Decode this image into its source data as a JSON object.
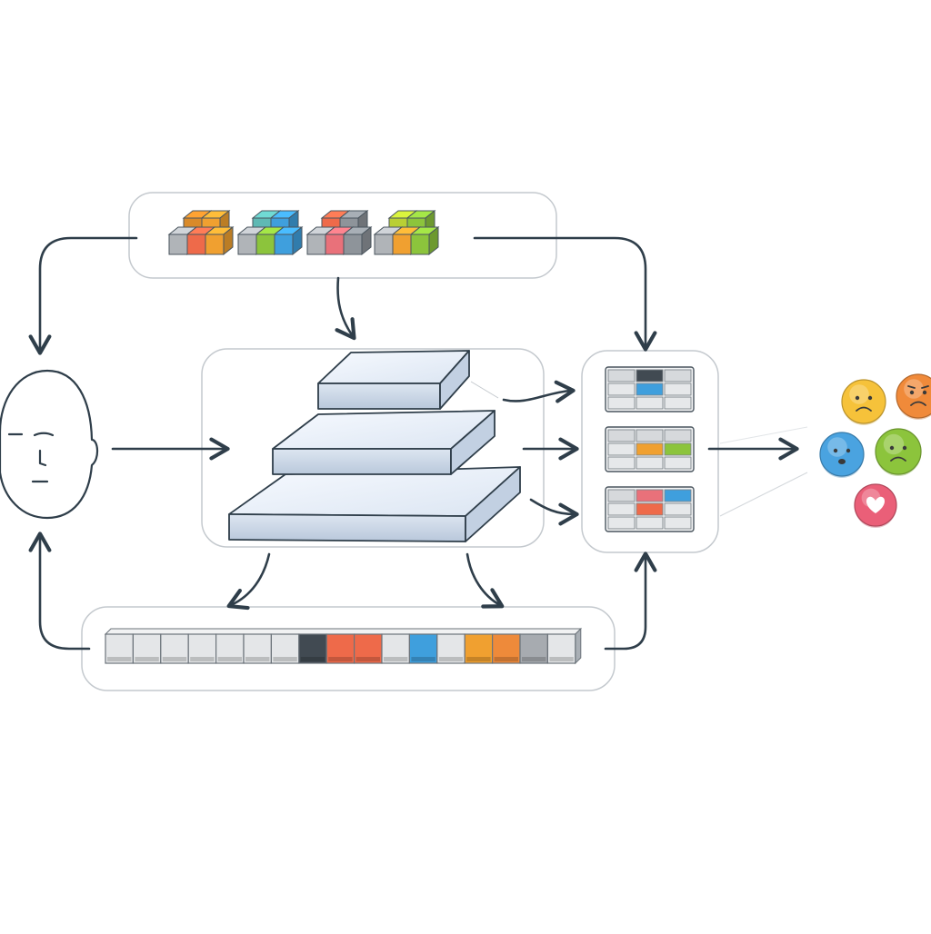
{
  "colors": {
    "stroke": "#2f3e4a",
    "panel_border": "#c4c9ce",
    "cell_grey": "#e4e6e8",
    "cell_edge": "#8a9096",
    "layer_top": "#eef3fa",
    "layer_side": "#c9d6e6",
    "orange": "#f0a030",
    "red": "#ee6a4a",
    "blue": "#3f9fdd",
    "green": "#8cc43c",
    "dark": "#414a52",
    "rose": "#e9717a",
    "lime": "#b9cf34",
    "teal": "#5fb9b4"
  },
  "diagram": {
    "nodes": [
      {
        "id": "feature-cubes-panel",
        "icon": "colored-cube-clusters"
      },
      {
        "id": "face",
        "icon": "neutral-face-icon"
      },
      {
        "id": "layer-stack-panel",
        "icon": "stacked-slabs-icon"
      },
      {
        "id": "output-grids-panel",
        "icon": "cell-grids-icon"
      },
      {
        "id": "sequence-bar-panel",
        "icon": "token-sequence-icon"
      },
      {
        "id": "emotion-cluster",
        "icon": "emotion-faces-icon"
      }
    ],
    "cube_clusters": [
      {
        "colors": [
          "#f0a030",
          "#ee6a4a",
          "#d98a2a",
          "#b0b4b8"
        ]
      },
      {
        "colors": [
          "#3f9fdd",
          "#8cc43c",
          "#5fb9b4",
          "#b0b4b8"
        ]
      },
      {
        "colors": [
          "#8e949a",
          "#e9717a",
          "#ee6a4a",
          "#b0b4b8"
        ]
      },
      {
        "colors": [
          "#8cc43c",
          "#f0a030",
          "#b9cf34",
          "#b0b4b8"
        ]
      }
    ],
    "sequence_cells": [
      "#e4e6e8",
      "#e4e6e8",
      "#e4e6e8",
      "#e4e6e8",
      "#e4e6e8",
      "#e4e6e8",
      "#e4e6e8",
      "#414a52",
      "#ee6a4a",
      "#ee6a4a",
      "#e4e6e8",
      "#3f9fdd",
      "#e4e6e8",
      "#f0a030",
      "#ee8a3a",
      "#a7abb0",
      "#e4e6e8"
    ],
    "output_grids": [
      {
        "highlights": [
          {
            "cell": 4,
            "color": "#3f9fdd"
          },
          {
            "cell": 1,
            "color": "#414a52"
          }
        ]
      },
      {
        "highlights": [
          {
            "cell": 4,
            "color": "#f0a030"
          },
          {
            "cell": 5,
            "color": "#8cc43c"
          }
        ]
      },
      {
        "highlights": [
          {
            "cell": 1,
            "color": "#e9717a"
          },
          {
            "cell": 2,
            "color": "#3f9fdd"
          },
          {
            "cell": 4,
            "color": "#ee6a4a"
          }
        ]
      }
    ],
    "emotions": [
      {
        "name": "sad-face-icon",
        "color": "#f6c23a"
      },
      {
        "name": "frown-face-icon",
        "color": "#f08a3a"
      },
      {
        "name": "worried-face-icon",
        "color": "#4aa3e0"
      },
      {
        "name": "concerned-face-icon",
        "color": "#8cc43c"
      },
      {
        "name": "heart-icon",
        "color": "#ea5f78"
      }
    ],
    "edges": [
      {
        "from": "feature-cubes-panel",
        "to": "face"
      },
      {
        "from": "feature-cubes-panel",
        "to": "layer-stack-panel"
      },
      {
        "from": "feature-cubes-panel",
        "to": "output-grids-panel"
      },
      {
        "from": "face",
        "to": "layer-stack-panel"
      },
      {
        "from": "layer-stack-panel",
        "to": "output-grids-panel"
      },
      {
        "from": "layer-stack-panel",
        "to": "sequence-bar-panel"
      },
      {
        "from": "sequence-bar-panel",
        "to": "face"
      },
      {
        "from": "sequence-bar-panel",
        "to": "output-grids-panel"
      },
      {
        "from": "output-grids-panel",
        "to": "emotion-cluster"
      }
    ]
  }
}
